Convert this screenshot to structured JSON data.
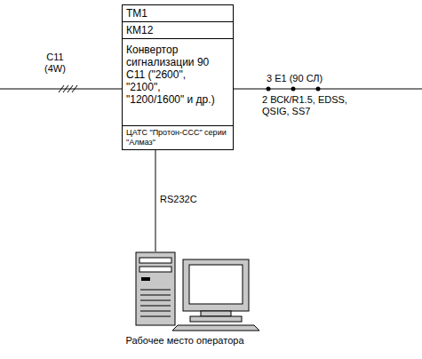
{
  "diagram": {
    "nodes": [
      {
        "text": [
          "ТМ1"
        ]
      },
      {
        "text": [
          "КМ12"
        ]
      },
      {
        "text": [
          "Конвертор сигнализации 90 С11 (\"2600\", \"2100\", \"1200/1600\" и др.)"
        ]
      },
      {
        "text": [
          "ЦАТС \"Протон-ССС\" серии \"Алмаз\""
        ]
      },
      {
        "text": [
          "Рабочее место оператора"
        ]
      }
    ],
    "edges": [
      {
        "from": 3,
        "to": 4,
        "arrow": "none",
        "label": "RS232C"
      }
    ],
    "labels": [
      "С11 (4W)",
      "3 Е1 (90 СЛ)",
      "2 ВСК/R1.5, EDSS, QSIG, SS7"
    ]
  }
}
